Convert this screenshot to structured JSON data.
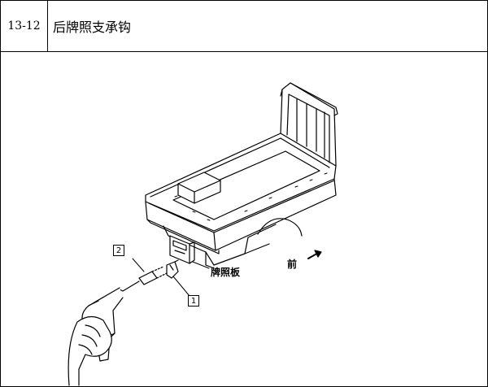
{
  "header": {
    "section_code": "13-12",
    "title": "后牌照支承钩"
  },
  "figure": {
    "label_plate": "牌照板",
    "label_front": "前",
    "callout_1": "1",
    "callout_2": "2"
  }
}
